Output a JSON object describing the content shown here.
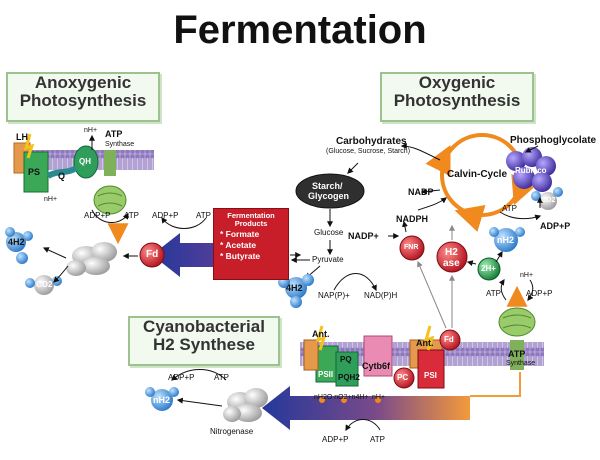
{
  "title": "Fermentation",
  "sections": {
    "anoxygenic": [
      "Anoxygenic",
      "Photosynthesis"
    ],
    "oxygenic": [
      "Oxygenic",
      "Photosynthesis"
    ],
    "cyanobacterial": [
      "Cyanobacterial",
      "H2 Synthese"
    ]
  },
  "labels": {
    "lh": "LH",
    "ps": "PS",
    "qh": "QH",
    "q": "Q",
    "atp": "ATP",
    "synthase": "Synthase",
    "nh_plus": "nH+",
    "adp_p": "ADP+P",
    "four_h2": "4H2",
    "co2": "CO2",
    "fd": "Fd",
    "fermentation_products": "Fermentation Products",
    "formate": "* Formate",
    "acetate": "* Acetate",
    "butyrate": "* Butyrate",
    "carbohydrates": "Carbohydrates",
    "carb_sub": "(Glucose, Sucrose, Starch)",
    "starch": "Starch/",
    "glycogen": "Glycogen",
    "glucose": "Glucose",
    "pyruvate": "Pyruvate",
    "napp": "NAP(P)+",
    "nadph_pair": "NAD(P)H",
    "nadp": "NADP",
    "nadph": "NADPH",
    "nadp_plus": "NADP+",
    "fnr": "FNR",
    "h2ase_1": "H2",
    "h2ase_2": "ase",
    "two_h": "2H+",
    "nh2": "nH2",
    "calvin": "Calvin-Cycle",
    "phosphoglycolate": "Phosphoglycolate",
    "rubisco": "Rubisco",
    "ant": "Ant.",
    "psii": "PSII",
    "pq": "PQ",
    "pqh2": "PQH2",
    "cytb6f": "Cytb6f",
    "pc": "PC",
    "psi": "PSI",
    "nitrogenase": "Nitrogenase",
    "water_eq": "nH2O nO2+n4H+"
  },
  "colors": {
    "membrane": "#9a86c0",
    "green_protein": "#3aa856",
    "red_fd": "#c81e2a",
    "blue_arrow": "#2b3f9b",
    "orange_cycle": "#f08a1e",
    "h2_blue": "#3b8fd8",
    "box_border": "#9bc28f"
  }
}
